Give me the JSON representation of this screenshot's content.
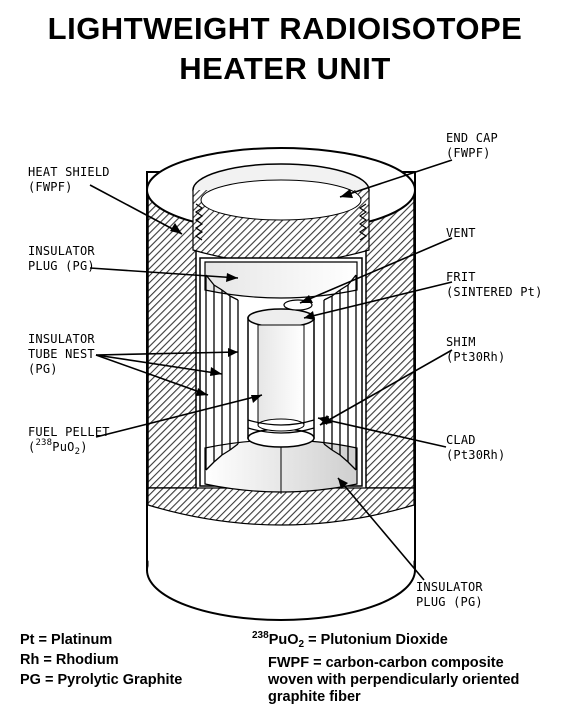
{
  "title": {
    "line1": "LIGHTWEIGHT RADIOISOTOPE",
    "line2": "HEATER UNIT"
  },
  "labels": {
    "heat_shield": [
      "HEAT SHIELD",
      "(FWPF)"
    ],
    "end_cap": [
      "END CAP",
      "(FWPF)"
    ],
    "insulator_plug_top": [
      "INSULATOR",
      "PLUG (PG)"
    ],
    "vent": [
      "VENT"
    ],
    "frit": [
      "FRIT",
      "(SINTERED Pt)"
    ],
    "insulator_tube_nest": [
      "INSULATOR",
      "TUBE NEST",
      "(PG)"
    ],
    "shim": [
      "SHIM",
      "(Pt30Rh)"
    ],
    "fuel_pellet": {
      "line1": "FUEL PELLET",
      "open": "(",
      "isotope": "238",
      "formula_a": "PuO",
      "subscript": "2",
      "close": ")"
    },
    "clad": [
      "CLAD",
      "(Pt30Rh)"
    ],
    "insulator_plug_bottom": [
      "INSULATOR",
      "PLUG (PG)"
    ]
  },
  "legend": {
    "pt": "Pt = Platinum",
    "rh": "Rh = Rhodium",
    "pg": "PG = Pyrolytic Graphite",
    "puo2_isotope": "238",
    "puo2_formula": "PuO",
    "puo2_subscript": "2",
    "puo2_text": " = Plutonium Dioxide",
    "fwpf": [
      "FWPF = carbon-carbon composite",
      "woven with perpendicularly oriented",
      "graphite fiber"
    ]
  },
  "colors": {
    "ink": "#000000",
    "background": "#ffffff",
    "hatch": "#3a3a3a",
    "shade": "#d8d8d8"
  }
}
